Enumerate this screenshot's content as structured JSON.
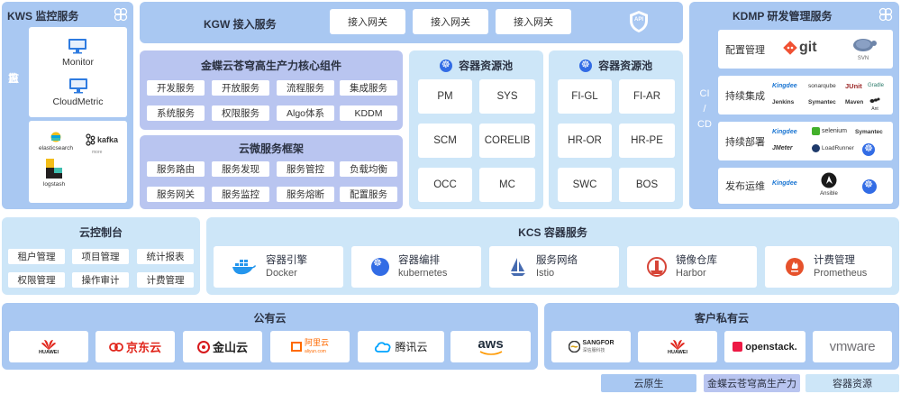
{
  "kws": {
    "title": "KWS 监控服务",
    "side_label": [
      "监",
      "控",
      "/",
      "日",
      "志"
    ],
    "monitor": "Monitor",
    "cloudmetric": "CloudMetric",
    "elastic": "elasticsearch",
    "kafka": "kafka",
    "logstash": "logstash",
    "more": "more"
  },
  "kgw": {
    "title": "KGW 接入服务",
    "buttons": [
      "接入网关",
      "接入网关",
      "接入网关"
    ],
    "api_label": "API"
  },
  "core": {
    "title": "金蝶云苍穹高生产力核心组件",
    "items": [
      "开发服务",
      "开放服务",
      "流程服务",
      "集成服务",
      "系统服务",
      "权限服务",
      "Algo体系",
      "KDDM"
    ]
  },
  "micro": {
    "title": "云微服务框架",
    "items": [
      "服务路由",
      "服务发现",
      "服务管控",
      "负载均衡",
      "服务网关",
      "服务监控",
      "服务熔断",
      "配置服务"
    ]
  },
  "pool1": {
    "title": "容器资源池",
    "items": [
      "PM",
      "SYS",
      "SCM",
      "CORELIB",
      "OCC",
      "MC"
    ]
  },
  "pool2": {
    "title": "容器资源池",
    "items": [
      "FI-GL",
      "FI-AR",
      "HR-OR",
      "HR-PE",
      "SWC",
      "BOS"
    ]
  },
  "kdmp": {
    "title": "KDMP 研发管理服务",
    "side_label": [
      "CI",
      "/",
      "CD"
    ],
    "rows": [
      {
        "label": "配置管理",
        "logos": [
          "git",
          "SVN"
        ]
      },
      {
        "label": "持续集成",
        "logos": [
          "Kingdee",
          "sonarqube",
          "JUnit",
          "Gradle",
          "Jenkins",
          "Symantec",
          "Maven",
          "Ant"
        ]
      },
      {
        "label": "持续部署",
        "logos": [
          "Kingdee",
          "selenium",
          "Symantec",
          "JMeter",
          "LoadRunner"
        ]
      },
      {
        "label": "发布运维",
        "logos": [
          "Kingdee",
          "Ansible"
        ]
      }
    ]
  },
  "console": {
    "title": "云控制台",
    "items": [
      "租户管理",
      "项目管理",
      "统计报表",
      "权限管理",
      "操作审计",
      "计费管理"
    ]
  },
  "kcs": {
    "title": "KCS 容器服务",
    "services": [
      {
        "cn": "容器引擎",
        "en": "Docker",
        "icon": "docker-icon"
      },
      {
        "cn": "容器编排",
        "en": "kubernetes",
        "icon": "kubernetes-icon"
      },
      {
        "cn": "服务网络",
        "en": "Istio",
        "icon": "istio-icon"
      },
      {
        "cn": "镜像仓库",
        "en": "Harbor",
        "icon": "harbor-icon"
      },
      {
        "cn": "计费管理",
        "en": "Prometheus",
        "icon": "prometheus-icon"
      }
    ]
  },
  "public_cloud": {
    "title": "公有云",
    "logos": [
      "HUAWEI",
      "京东云",
      "金山云",
      "阿里云",
      "aliyun.com",
      "腾讯云",
      "aws"
    ]
  },
  "private_cloud": {
    "title": "客户私有云",
    "logos": [
      "SANGFOR",
      "深信服科技",
      "HUAWEI",
      "openstack.",
      "vmware"
    ]
  },
  "legend": [
    "云原生",
    "金蝶云苍穹高生产力",
    "容器资源"
  ],
  "colors": {
    "blue_panel": "#a9c8f2",
    "light_panel": "#cde6f8",
    "violet_panel": "#b9c5f0",
    "kubernetes": "#326ce5",
    "huawei_red": "#e1251b",
    "jd_red": "#e1251b",
    "aliyun_orange": "#ff6a00",
    "git_orange": "#f05133"
  }
}
